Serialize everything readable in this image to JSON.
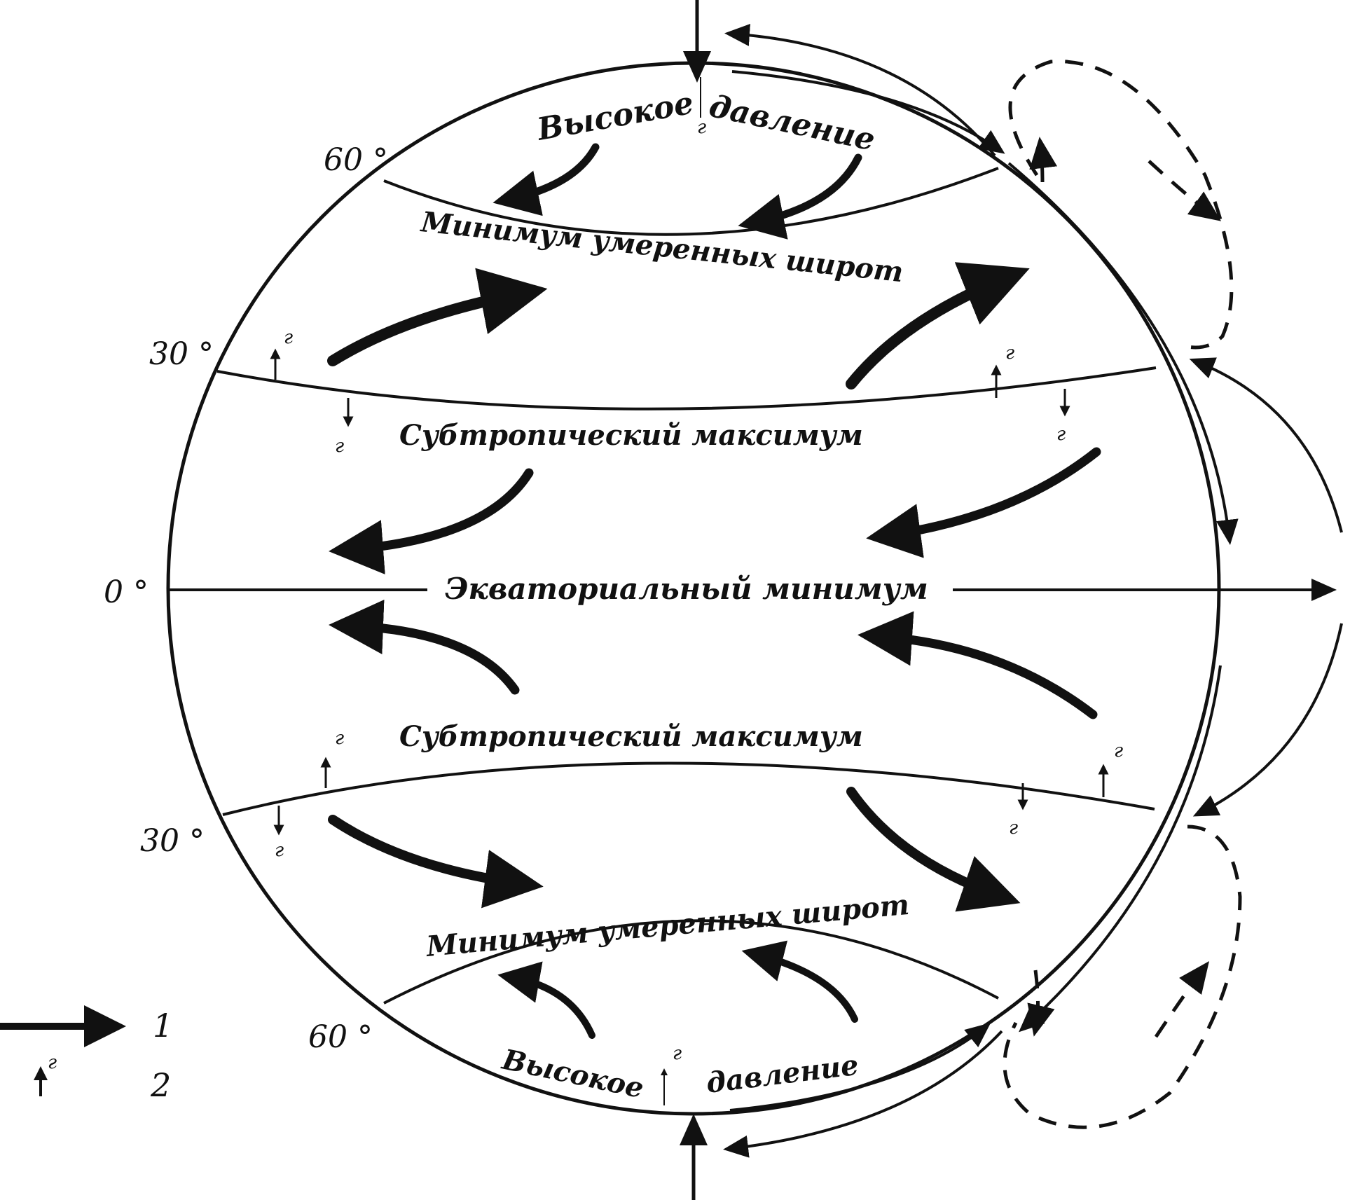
{
  "diagram": {
    "labels": {
      "north_high": "Высокое",
      "north_high_2": "давление",
      "north_temperate_low": "Минимум умеренных широт",
      "north_subtropical_high": "Субтропический максимум",
      "equatorial_low": "Экваториальный минимум",
      "south_subtropical_high": "Субтропический максимум",
      "south_temperate_low": "Минимум умеренных широт",
      "south_high": "Высокое",
      "south_high_2": "давление"
    },
    "latitudes": {
      "n60": "60 °",
      "n30": "30 °",
      "eq": "0 °",
      "s30": "30 °",
      "s60": "60 °"
    },
    "gradient_marker": "г",
    "legend": {
      "item1_number": "1",
      "item2_number": "2",
      "item2_marker": "г"
    },
    "colors": {
      "ink": "#111111",
      "background": "#ffffff"
    }
  }
}
